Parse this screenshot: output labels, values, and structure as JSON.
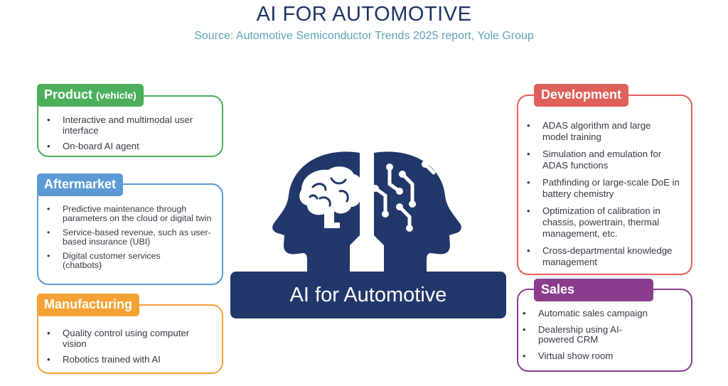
{
  "header": {
    "title": "AI FOR AUTOMOTIVE",
    "subtitle": "Source: Automotive Semiconductor Trends 2025 report, Yole Group"
  },
  "center": {
    "label": "AI for Automotive"
  },
  "sections": {
    "product": {
      "title": "Product",
      "title_suffix": "(vehicle)",
      "color": "#4caf5a",
      "items": [
        "Interactive and multimodal user interface",
        "On-board AI agent"
      ]
    },
    "aftermarket": {
      "title": "Aftermarket",
      "color": "#5b9bd5",
      "items": [
        "Predictive maintenance through parameters on the cloud or digital twin",
        "Service-based revenue, such as user-based insurance (UBI)",
        "Digital customer services (chatbots)"
      ]
    },
    "manufacturing": {
      "title": "Manufacturing",
      "color": "#f4a235",
      "items": [
        "Quality control using computer vision",
        "Robotics trained with AI"
      ]
    },
    "development": {
      "title": "Development",
      "color": "#e0605a",
      "items": [
        "ADAS algorithm and large model training",
        "Simulation and emulation for ADAS functions",
        "Pathfinding or large-scale DoE in battery chemistry",
        "Optimization of calibration in chassis, powertrain, thermal management, etc.",
        "Cross-departmental knowledge management"
      ]
    },
    "sales": {
      "title": "Sales",
      "color": "#8a3d8c",
      "items": [
        "Automatic sales campaign",
        "Dealership using AI-powered CRM",
        "Virtual show room"
      ]
    }
  },
  "icons": {
    "left_head": "brain-head-icon",
    "right_head": "circuit-head-icon"
  }
}
